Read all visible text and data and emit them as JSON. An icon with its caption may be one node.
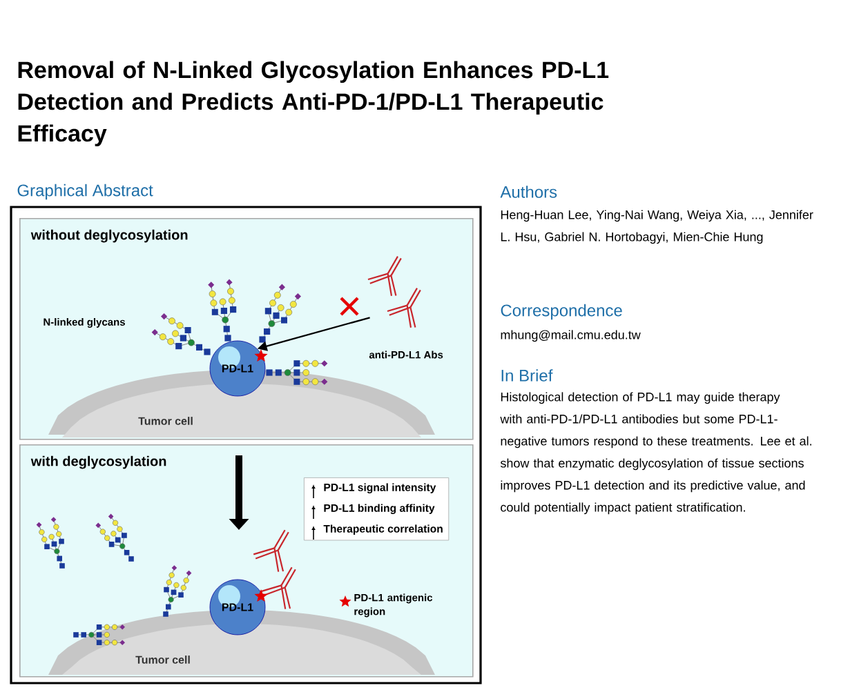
{
  "diagram": {
    "title": "Removal of N-Linked Glycosylation Enhances PD-L1 Detection and Predicts Anti-PD-1/PD-L1 Therapeutic Efficacy",
    "nodes": [
      {
        "text": [
          "without deglycosylation"
        ]
      },
      {
        "text": [],
        "shape": "picture",
        "in": 0
      },
      {
        "text": [
          "PD-L1"
        ],
        "in": 0
      },
      {
        "text": [
          "Tumor cell"
        ],
        "in": 0
      },
      {
        "text": [
          "with deglycosylation"
        ]
      },
      {
        "text": [
          "PD-L1 signal intensity",
          "PD-L1 binding affinity",
          "Therapeutic correlation"
        ],
        "in": 4
      },
      {
        "text": [
          "PD-L1"
        ],
        "in": 4
      },
      {
        "text": [
          "Tumor cell"
        ],
        "in": 4
      }
    ],
    "edges": [
      {
        "from": 1,
        "to": 2,
        "arrow": "to"
      }
    ],
    "labels": [
      "Graphical Abstract",
      "N-linked glycans",
      "anti-PD-L1 Abs",
      "Authors",
      "Heng-Huan Lee, Ying-Nai Wang, Weiya Xia, ..., Jennifer L. Hsu, Gabriel N. Hortobagyi, Mien-Chie Hung",
      "Correspondence",
      "mhung@mail.cmu.edu.tw",
      "In Brief",
      "Histological detection of PD-L1 may guide therapy with anti-PD-1/PD-L1 antibodies but some PD-L1-negative tumors respond to these treatments. Lee et al. show that enzymatic deglycosylation of tissue sections improves PD-L1 detection and its predictive value, and could potentially impact patient stratification."
    ],
    "legend": [
      {
        "text": "PD-L1 antigenic region"
      }
    ]
  }
}
